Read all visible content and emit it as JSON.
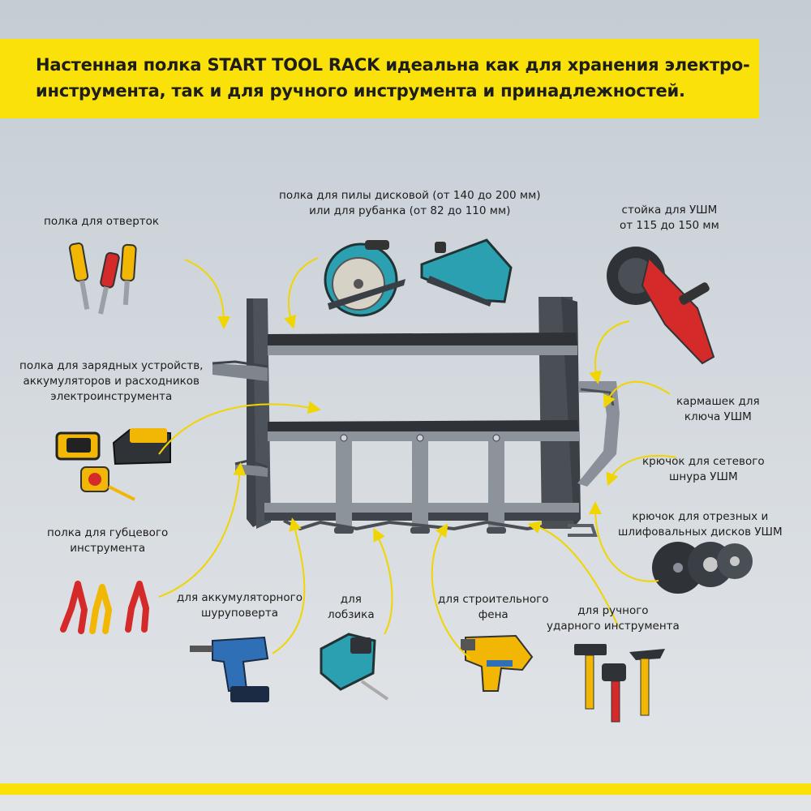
{
  "banner": {
    "line1": "Настенная полка START TOOL RACK идеальна как для хранения электро-",
    "line2": "инструмента, так и для ручного инструмента и принадлежностей."
  },
  "labels": {
    "screwdrivers": [
      "полка для отверток"
    ],
    "saw": [
      "полка для пилы дисковой (от 140 до 200 мм)",
      "или для рубанка (от 82 до 110 мм)"
    ],
    "grinder_stand": [
      "стойка для УШМ",
      "от 115 до 150 мм"
    ],
    "chargers": [
      "полка для зарядных устройств,",
      "аккумуляторов и расходников",
      "электроинструмента"
    ],
    "key_pocket": [
      "кармашек для",
      "ключа УШМ"
    ],
    "cord_hook": [
      "крючок для сетевого",
      "шнура УШМ"
    ],
    "disc_hook": [
      "крючок для отрезных и",
      "шлифовальных дисков УШМ"
    ],
    "pliers": [
      "полка для губцевого",
      "инструмента"
    ],
    "drill": [
      "для аккумуляторного",
      "шуруповерта"
    ],
    "jigsaw": [
      "для",
      "лобзика"
    ],
    "heat_gun": [
      "для строительного",
      "фена"
    ],
    "hammers": [
      "для ручного",
      "ударного инструмента"
    ]
  },
  "colors": {
    "accent": "#f9e109",
    "rack": "#4a4f56",
    "rack_light": "#8a9099",
    "text": "#1d1d1b"
  }
}
